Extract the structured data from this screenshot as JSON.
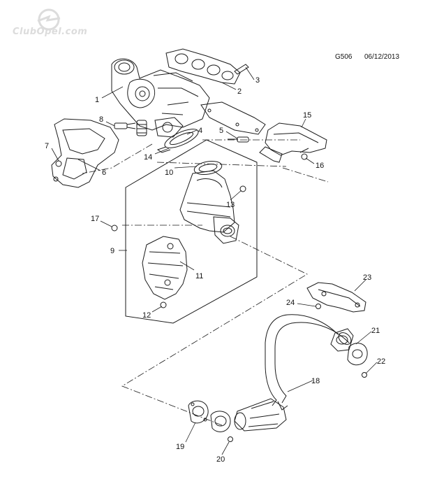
{
  "header": {
    "code": "G506",
    "date": "06/12/2013"
  },
  "watermark": {
    "text": "ClubOpel.com"
  },
  "callouts": [
    "1",
    "2",
    "3",
    "4",
    "5",
    "6",
    "7",
    "8",
    "9",
    "10",
    "11",
    "12",
    "13",
    "14",
    "15",
    "16",
    "17",
    "18",
    "19",
    "20",
    "21",
    "22",
    "23",
    "24"
  ],
  "colors": {
    "line": "#1a1a1a",
    "shade": "#9a9a9a",
    "watermark": "#dcdcdc"
  }
}
